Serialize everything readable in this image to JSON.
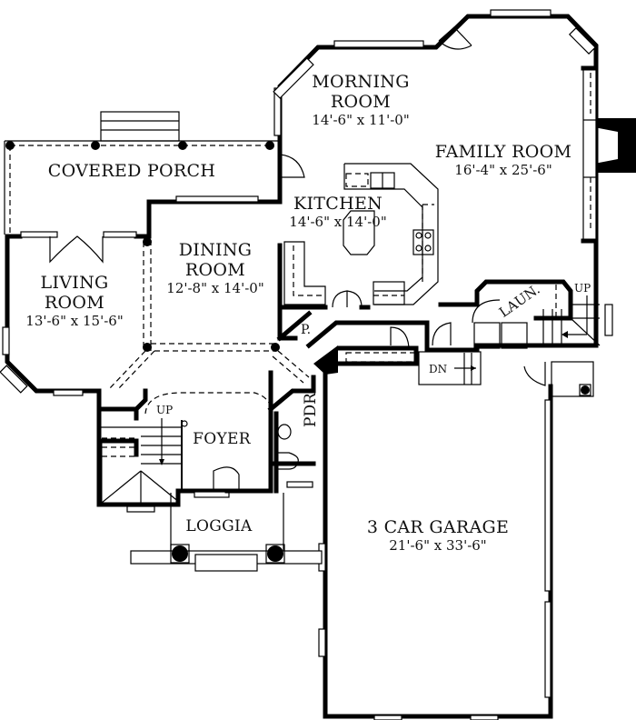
{
  "plan": {
    "rooms": {
      "morning_room": {
        "name_line1": "MORNING",
        "name_line2": "ROOM",
        "dims": "14'-6\" x 11'-0\""
      },
      "family_room": {
        "name": "FAMILY ROOM",
        "dims": "16'-4\" x 25'-6\""
      },
      "covered_porch": {
        "name": "COVERED PORCH"
      },
      "kitchen": {
        "name": "KITCHEN",
        "dims": "14'-6\" x 14'-0\""
      },
      "dining_room": {
        "name_line1": "DINING",
        "name_line2": "ROOM",
        "dims": "12'-8\" x 14'-0\""
      },
      "living_room": {
        "name_line1": "LIVING",
        "name_line2": "ROOM",
        "dims": "13'-6\" x 15'-6\""
      },
      "foyer": {
        "name": "FOYER"
      },
      "loggia": {
        "name": "LOGGIA"
      },
      "powder_room": {
        "name": "PDR"
      },
      "pantry": {
        "name": "P."
      },
      "laundry": {
        "name": "LAUN."
      },
      "garage": {
        "name": "3 CAR GARAGE",
        "dims": "21'-6\" x 33'-6\""
      }
    },
    "stairs": {
      "foyer_stair": "UP",
      "rear_stair": "UP",
      "garage_steps": "DN"
    }
  }
}
